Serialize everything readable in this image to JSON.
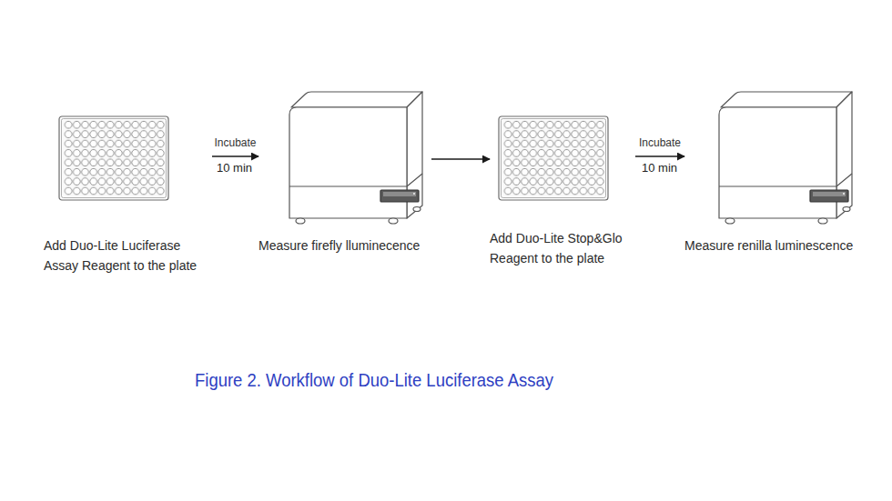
{
  "diagram": {
    "caption": "Figure 2. Workflow of Duo-Lite Luciferase Assay",
    "nodes": [
      {
        "text": [
          "Add Duo-Lite Luciferase Assay Reagent to the plate"
        ]
      },
      {
        "text": [
          "Measure firefly lluminecence"
        ]
      },
      {
        "text": [
          "Add Duo-Lite Stop&Glo Reagent to the plate"
        ]
      },
      {
        "text": [
          "Measure renilla luminescence"
        ]
      }
    ],
    "edges": [
      {
        "from": 0,
        "to": 1,
        "label": "Incubate",
        "arrow": "to"
      },
      {
        "from": 1,
        "to": 2,
        "arrow": "to"
      },
      {
        "from": 2,
        "to": 3,
        "label": "Incubate",
        "arrow": "to"
      }
    ],
    "labels": [
      "10 min",
      "10 min"
    ]
  }
}
